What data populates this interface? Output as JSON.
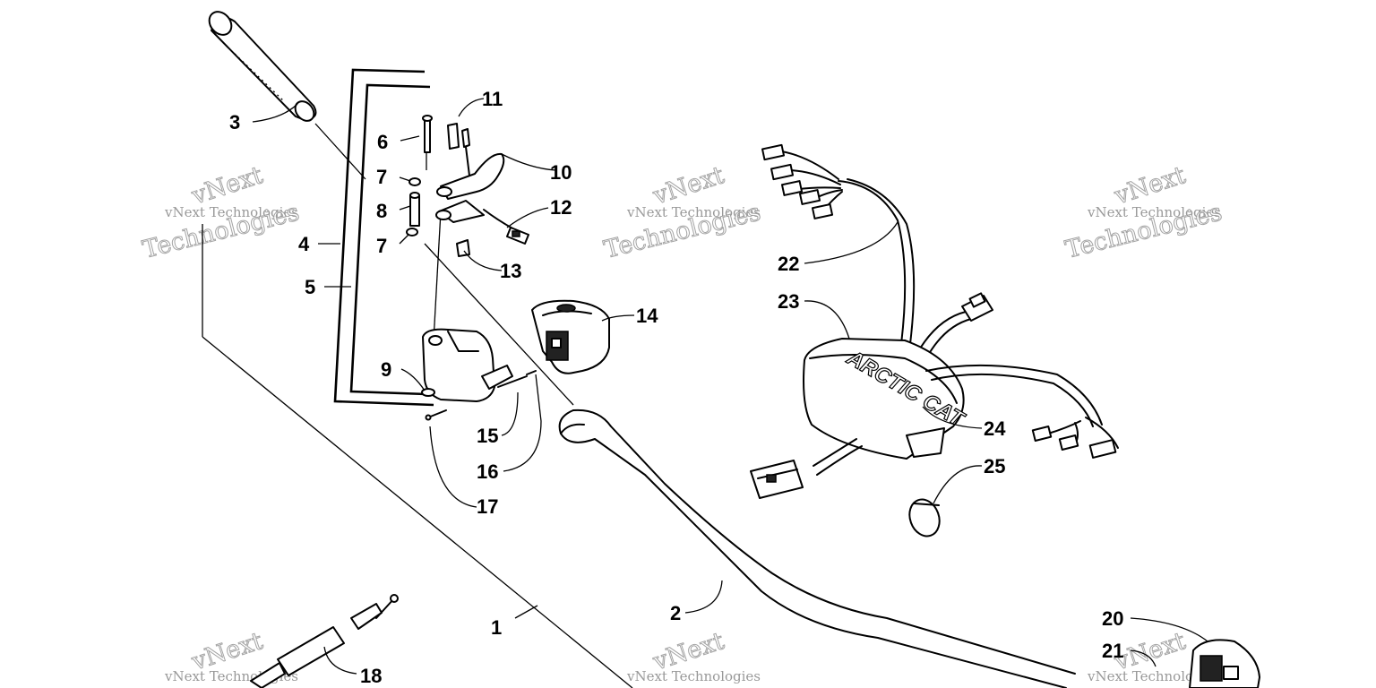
{
  "callouts": {
    "c1": "1",
    "c2": "2",
    "c3": "3",
    "c4": "4",
    "c5": "5",
    "c6": "6",
    "c7a": "7",
    "c7b": "7",
    "c8": "8",
    "c9": "9",
    "c10": "10",
    "c11": "11",
    "c12": "12",
    "c13": "13",
    "c14": "14",
    "c15": "15",
    "c16": "16",
    "c17": "17",
    "c18": "18",
    "c20": "20",
    "c21": "21",
    "c22": "22",
    "c23": "23",
    "c24": "24",
    "c25": "25"
  },
  "housing_logo": "ARCTIC CAT",
  "watermark": {
    "line1": "vNext Technologies",
    "line2": "vNext",
    "line3": "Technologies"
  }
}
